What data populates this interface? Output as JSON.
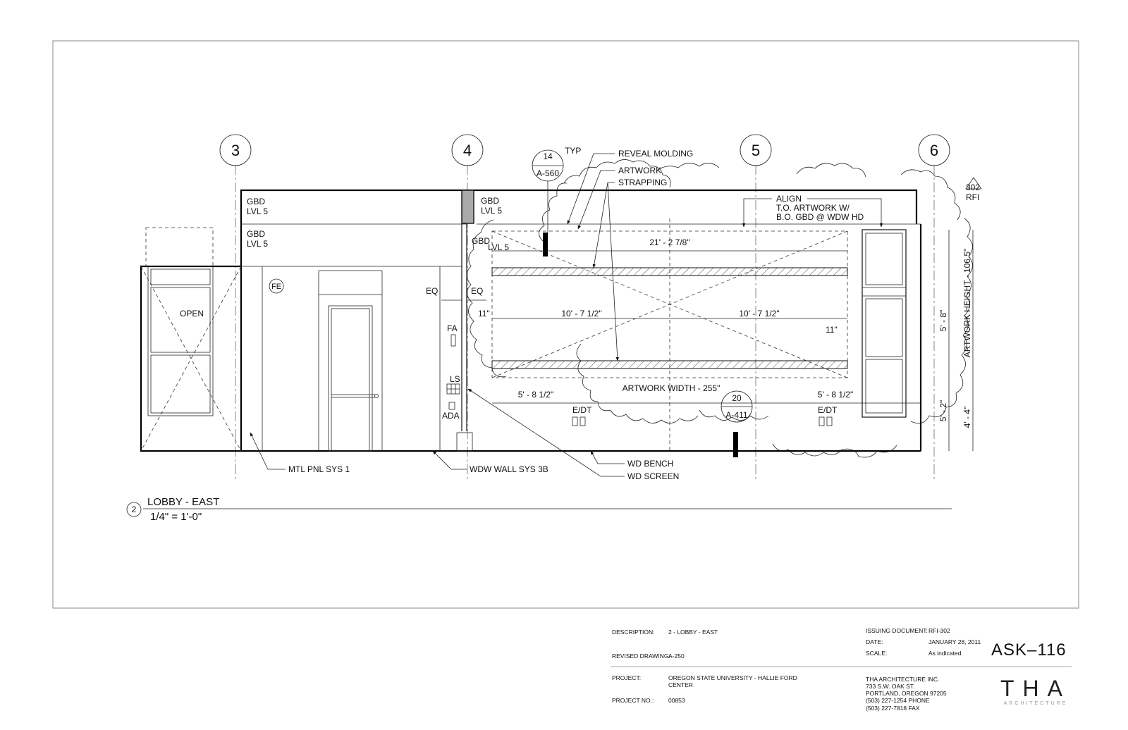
{
  "drawing": {
    "grid_labels": [
      "3",
      "4",
      "5",
      "6"
    ],
    "callouts": {
      "detail_14": {
        "num": "14",
        "sheet": "A-560",
        "note": "TYP"
      },
      "detail_20": {
        "num": "20",
        "sheet": "A-411"
      },
      "revision_302": {
        "num": "302",
        "tag": "RFI"
      }
    },
    "notes": {
      "reveal_molding": "REVEAL MOLDING",
      "artwork": "ARTWORK",
      "strapping": "STRAPPING",
      "align_1": "ALIGN",
      "align_2": "T.O. ARTWORK W/",
      "align_3": "B.O. GBD @ WDW HD",
      "gbd": "GBD",
      "lvl5": "LVL 5",
      "fe": "FE",
      "open": "OPEN",
      "eq": "EQ",
      "fa": "FA",
      "ls": "LS",
      "ada": "ADA",
      "edt": "E/DT",
      "mtl_pnl": "MTL PNL SYS 1",
      "wdw_wall": "WDW WALL SYS 3B",
      "wd_bench": "WD BENCH",
      "wd_screen": "WD SCREEN"
    },
    "dimensions": {
      "overall_width": "21' - 2 7/8\"",
      "half_left": "10' - 7 1/2\"",
      "half_right": "10' - 7 1/2\"",
      "offset_11_left": "11\"",
      "offset_11_right": "11\"",
      "artwork_width": "ARTWORK WIDTH - 255\"",
      "side_left": "5' - 8 1/2\"",
      "side_right": "5' - 8 1/2\"",
      "artwork_height": "ARTWORK HEIGHT - 106.5\"",
      "v_5_8": "5' - 8\"",
      "v_5_2": "5' - 2\"",
      "v_4_4": "4' - 4\""
    },
    "view_title": {
      "num": "2",
      "name": "LOBBY - EAST",
      "scale": "1/4\" = 1'-0\""
    }
  },
  "title_block": {
    "description_label": "DESCRIPTION:",
    "description_value": "2 - LOBBY - EAST",
    "revised_label": "REVISED DRAWING:",
    "revised_value": "A-250",
    "project_label": "PROJECT:",
    "project_value_1": "OREGON STATE UNIVERSITY - HALLIE FORD",
    "project_value_2": "CENTER",
    "project_no_label": "PROJECT NO.:",
    "project_no_value": "00853",
    "issuing_label": "ISSUING DOCUMENT:",
    "issuing_value": "RFI-302",
    "date_label": "DATE:",
    "date_value": "JANUARY 28, 2011",
    "scale_label": "SCALE:",
    "scale_value": "As indicated",
    "sheet_number": "ASK–116",
    "firm_1": "THA ARCHITECTURE INC.",
    "firm_2": "733 S.W. OAK ST.",
    "firm_3": "PORTLAND, OREGON 97205",
    "firm_4": "(503) 227-1254 PHONE",
    "firm_5": "(503) 227-7818 FAX",
    "logo_text": "THA",
    "logo_sub": "ARCHITECTURE"
  }
}
